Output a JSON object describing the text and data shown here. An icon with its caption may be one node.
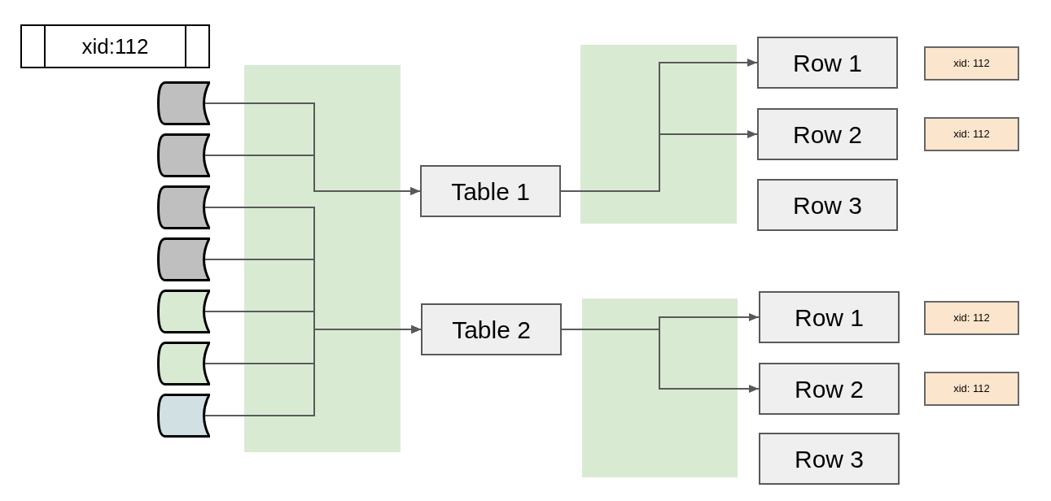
{
  "diagram": {
    "nodes": [
      {
        "text": [
          "xid:112"
        ]
      },
      {
        "text": [],
        "shape": "cylinder"
      },
      {
        "text": [],
        "shape": "cylinder"
      },
      {
        "text": [],
        "shape": "cylinder"
      },
      {
        "text": [],
        "shape": "cylinder"
      },
      {
        "text": [],
        "shape": "cylinder"
      },
      {
        "text": [],
        "shape": "cylinder"
      },
      {
        "text": [],
        "shape": "cylinder"
      },
      {
        "text": [
          "Table 1"
        ]
      },
      {
        "text": [
          "Row 1"
        ]
      },
      {
        "text": [
          "xid: 112"
        ]
      },
      {
        "text": [
          "Row 2"
        ]
      },
      {
        "text": [
          "xid: 112"
        ]
      },
      {
        "text": [
          "Row 3"
        ]
      },
      {
        "text": [
          "Table 2"
        ]
      },
      {
        "text": [
          "Row 1"
        ]
      },
      {
        "text": [
          "xid: 112"
        ]
      },
      {
        "text": [
          "Row 2"
        ]
      },
      {
        "text": [
          "xid: 112"
        ]
      },
      {
        "text": [
          "Row 3"
        ]
      }
    ],
    "edges": [
      {
        "from": 1,
        "to": 8,
        "arrow": "to"
      },
      {
        "from": 2,
        "to": 8,
        "arrow": "to"
      },
      {
        "from": 3,
        "to": 14,
        "arrow": "to"
      },
      {
        "from": 4,
        "to": 14,
        "arrow": "to"
      },
      {
        "from": 5,
        "to": 14,
        "arrow": "to"
      },
      {
        "from": 6,
        "to": 14,
        "arrow": "to"
      },
      {
        "from": 7,
        "to": 14,
        "arrow": "to"
      },
      {
        "from": 8,
        "to": 9,
        "arrow": "to"
      },
      {
        "from": 8,
        "to": 11,
        "arrow": "to"
      },
      {
        "from": 14,
        "to": 15,
        "arrow": "to"
      },
      {
        "from": 14,
        "to": 17,
        "arrow": "to"
      }
    ]
  }
}
